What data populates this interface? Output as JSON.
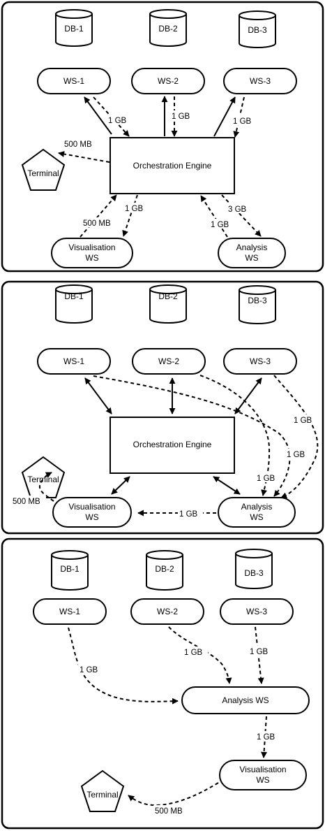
{
  "panels": [
    {
      "databases": [
        "DB-1",
        "DB-2",
        "DB-3"
      ],
      "services": [
        "WS-1",
        "WS-2",
        "WS-3"
      ],
      "engine": "Orchestration Engine",
      "terminal": "Terminal",
      "visualisation": [
        "Visualisation",
        "WS"
      ],
      "analysis": [
        "Analysis",
        "WS"
      ],
      "edge_labels": [
        "1 GB",
        "1 GB",
        "1 GB",
        "500 MB",
        "1 GB",
        "500 MB",
        "3 GB",
        "1 GB"
      ]
    },
    {
      "databases": [
        "DB-1",
        "DB-2",
        "DB-3"
      ],
      "services": [
        "WS-1",
        "WS-2",
        "WS-3"
      ],
      "engine": "Orchestration Engine",
      "terminal": "Terminal",
      "visualisation": [
        "Visualisation",
        "WS"
      ],
      "analysis": [
        "Analysis",
        "WS"
      ],
      "edge_labels": [
        "1 GB",
        "1 GB",
        "1 GB",
        "500 MB",
        "1 GB"
      ]
    },
    {
      "databases": [
        "DB-1",
        "DB-2",
        "DB-3"
      ],
      "services": [
        "WS-1",
        "WS-2",
        "WS-3"
      ],
      "analysis_ws": "Analysis WS",
      "terminal": "Terminal",
      "visualisation": [
        "Visualisation",
        "WS"
      ],
      "edge_labels": [
        "1 GB",
        "1 GB",
        "1 GB",
        "1 GB",
        "500 MB"
      ]
    }
  ]
}
